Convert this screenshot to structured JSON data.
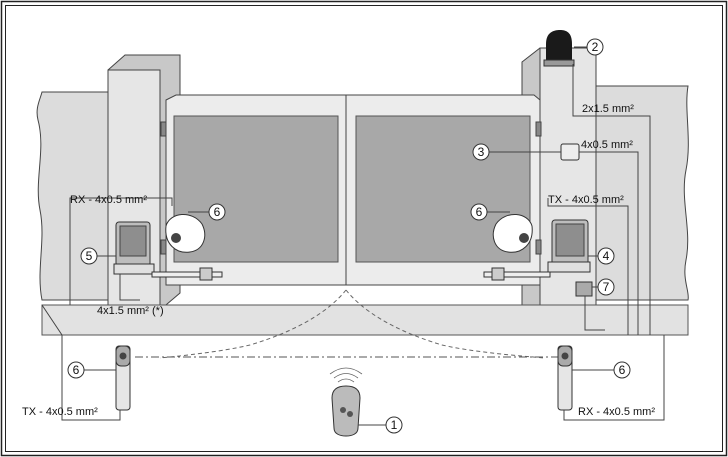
{
  "callouts": [
    {
      "num": "1"
    },
    {
      "num": "2"
    },
    {
      "num": "3"
    },
    {
      "num": "4"
    },
    {
      "num": "5"
    },
    {
      "num": "6"
    },
    {
      "num": "6"
    },
    {
      "num": "6"
    },
    {
      "num": "6"
    },
    {
      "num": "7"
    }
  ],
  "cable_labels": {
    "flash": "2x1.5 mm²",
    "selector": "4x0.5 mm²",
    "rx_left": "RX - 4x0.5 mm²",
    "tx_right": "TX - 4x0.5 mm²",
    "power": "4x1.5 mm² (*)",
    "tx_bottom": "TX - 4x0.5 mm²",
    "rx_bottom": "RX - 4x0.5 mm²"
  }
}
